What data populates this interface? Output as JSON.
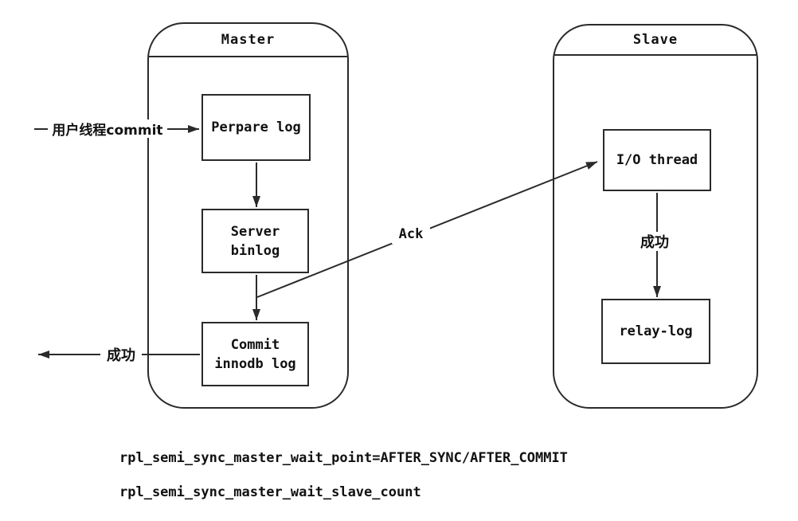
{
  "colors": {
    "line": "#2a2a2a",
    "background": "#ffffff",
    "text": "#111111"
  },
  "master": {
    "title": "Master",
    "prepare_box": "Perpare log",
    "binlog_box_line1": "Server",
    "binlog_box_line2": "binlog",
    "commit_box_line1": "Commit",
    "commit_box_line2": "innodb log"
  },
  "slave": {
    "title": "Slave",
    "io_thread_box": "I/O thread",
    "relay_log_box": "relay-log"
  },
  "edge_labels": {
    "user_commit": "用户线程commit",
    "ack": "Ack",
    "master_success": "成功",
    "slave_success": "成功"
  },
  "footnotes": {
    "wait_point": "rpl_semi_sync_master_wait_point=AFTER_SYNC/AFTER_COMMIT",
    "wait_slave_count": "rpl_semi_sync_master_wait_slave_count"
  }
}
